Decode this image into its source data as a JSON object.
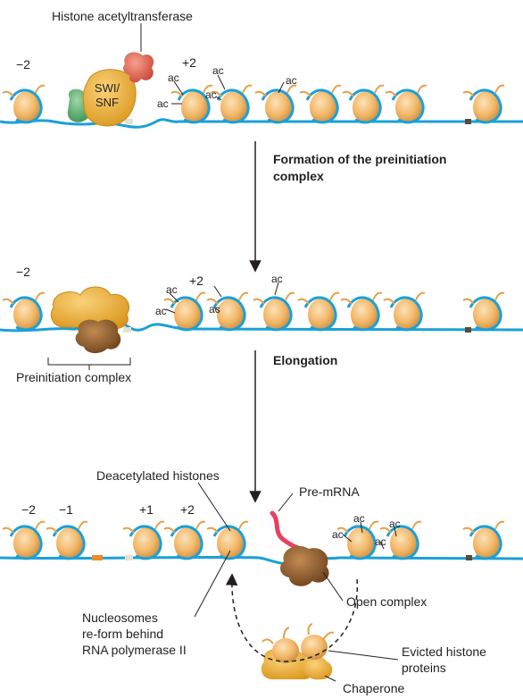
{
  "colors": {
    "dna": "#1ba0d8",
    "histone": "#f3b96b",
    "histone_dark": "#c98a3a",
    "tail": "#e2a24e",
    "swisnf": "#f5a820",
    "hat": "#e9684f",
    "green_factor": "#5fb672",
    "polymerase": "#8b5a2b",
    "gtf": "#f0b030",
    "premrna": "#e8405e",
    "text": "#231f20"
  },
  "panel1": {
    "hat_label": "Histone acetyltransferase",
    "pos_minus2": "−2",
    "pos_plus2": "+2",
    "swi_snf": "SWI/\nSNF",
    "ac": "ac"
  },
  "step1_label": "Formation of the preinitiation complex",
  "panel2": {
    "pos_minus2": "−2",
    "pos_plus2": "+2",
    "ac": "ac",
    "pic_label": "Preinitiation complex"
  },
  "step2_label": "Elongation",
  "panel3": {
    "pos_minus2": "−2",
    "pos_minus1": "−1",
    "pos_plus1": "+1",
    "pos_plus2": "+2",
    "ac": "ac",
    "deacetylated_label": "Deacetylated histones",
    "premrna_label": "Pre-mRNA",
    "nucleosomes_reform_label": "Nucleosomes\nre-form behind\nRNA polymerase II",
    "open_complex_label": "Open complex",
    "evicted_label": "Evicted histone\nproteins",
    "chaperone_label": "Chaperone"
  }
}
